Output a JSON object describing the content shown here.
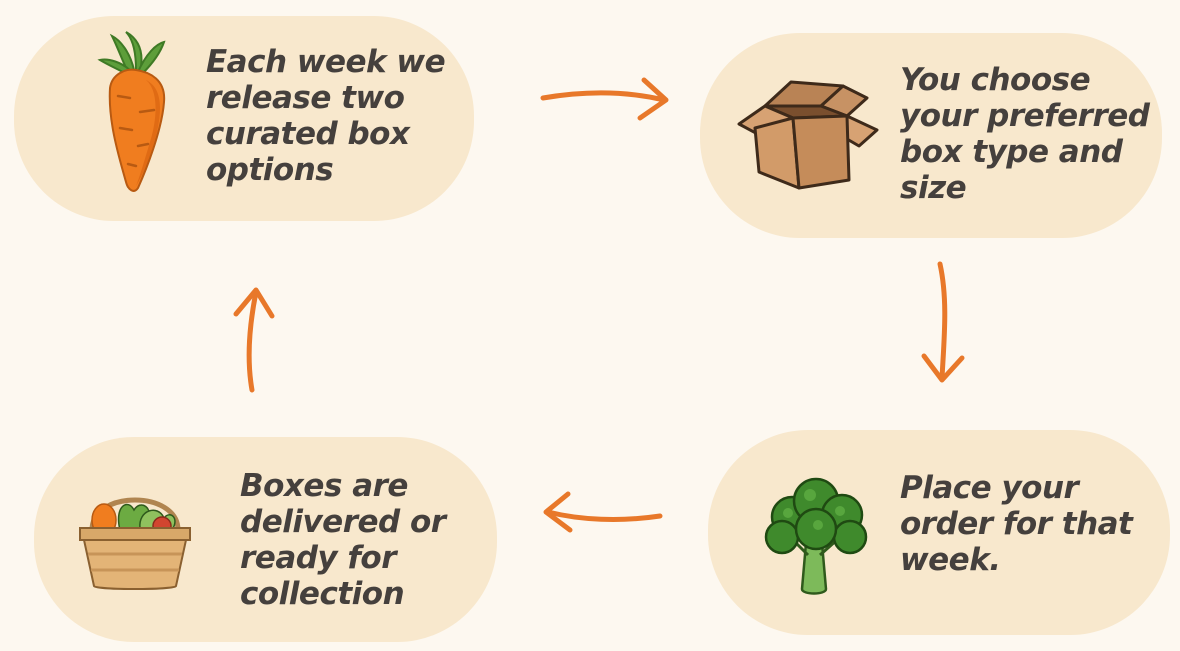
{
  "steps": [
    {
      "text": "Each week we release two curated box options",
      "icon": "carrot-icon"
    },
    {
      "text": "You choose your preferred box type and size",
      "icon": "cardboard-box-icon"
    },
    {
      "text": "Place your order for that week.",
      "icon": "broccoli-icon"
    },
    {
      "text": "Boxes are delivered or ready for collection",
      "icon": "vegetable-basket-icon"
    }
  ],
  "colors": {
    "background": "#fdf8f0",
    "card": "#f8e8cd",
    "text": "#45403d",
    "arrow": "#e8782a"
  }
}
